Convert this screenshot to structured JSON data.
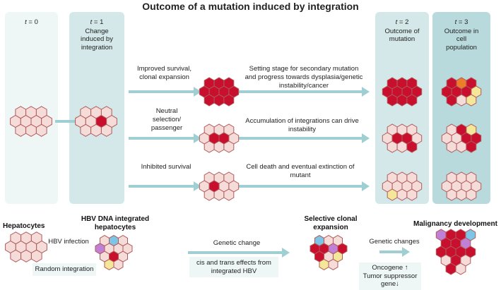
{
  "title": "Outcome of a mutation induced by integration",
  "timepoints": [
    {
      "t": "t",
      "eq": " = 0",
      "label": ""
    },
    {
      "t": "t",
      "eq": " = 1",
      "label": "Change induced by integration"
    },
    {
      "t": "t",
      "eq": " = 2",
      "label": "Outcome of mutation"
    },
    {
      "t": "t",
      "eq": " = 3",
      "label": "Outcome in cell population"
    }
  ],
  "rows": [
    {
      "left_caption": "Improved survival, clonal expansion",
      "right_caption": "Setting stage for secondary mutation and progress towards dysplasia/genetic instability/cancer"
    },
    {
      "left_caption": "Neutral selection/ passenger",
      "right_caption": "Accumulation of integrations can drive instability"
    },
    {
      "left_caption": "Inhibited survival",
      "right_caption": "Cell death and eventual extinction of mutant"
    }
  ],
  "bottom": {
    "hepatocytes": "Hepatocytes",
    "hbv_infection": "HBV infection",
    "random_integration": "Random integration",
    "hbv_integrated": "HBV DNA integrated hepatocytes",
    "genetic_change": "Genetic change",
    "cis_trans": "cis and trans effects from integrated HBV",
    "selective_expansion": "Selective clonal expansion",
    "genetic_changes": "Genetic changes",
    "oncogene": "Oncogene ↑",
    "tumor_suppressor": "Tumor suppressor gene↓",
    "malignancy": "Malignancy development"
  },
  "colors": {
    "panel_light": "#eef6f6",
    "panel_mid": "#d4e8e9",
    "panel_dark": "#b9dadc",
    "arrow": "#9fcfd3",
    "hex_pale": "#f5dcd9",
    "hex_red": "#c8102e",
    "hex_outline": "#b05a5a",
    "hex_yellow": "#f5e79a",
    "hex_orange": "#ee7d2a",
    "hex_blue": "#7ec4e6",
    "hex_purple": "#c080d6"
  }
}
